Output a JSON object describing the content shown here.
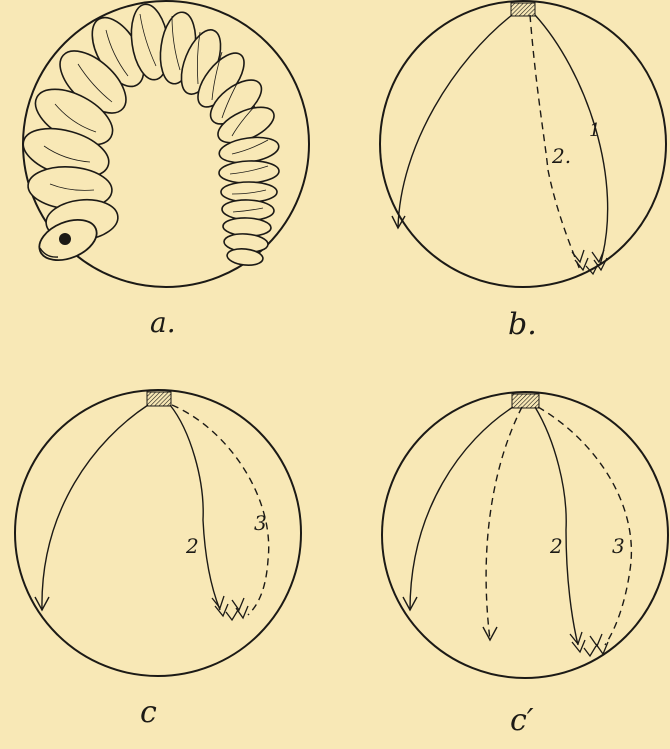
{
  "figure": {
    "panels": [
      {
        "id": "a",
        "caption": "a.",
        "content": "larva"
      },
      {
        "id": "b",
        "caption": "b.",
        "path_labels": [
          "2.",
          "1"
        ]
      },
      {
        "id": "c",
        "caption": "c",
        "path_labels": [
          "2",
          "3"
        ]
      },
      {
        "id": "c_prime",
        "caption": "c′",
        "path_labels": [
          "2",
          "3"
        ]
      }
    ],
    "colors": {
      "paper": "#f8e8b6",
      "ink": "#1c1a16"
    }
  }
}
